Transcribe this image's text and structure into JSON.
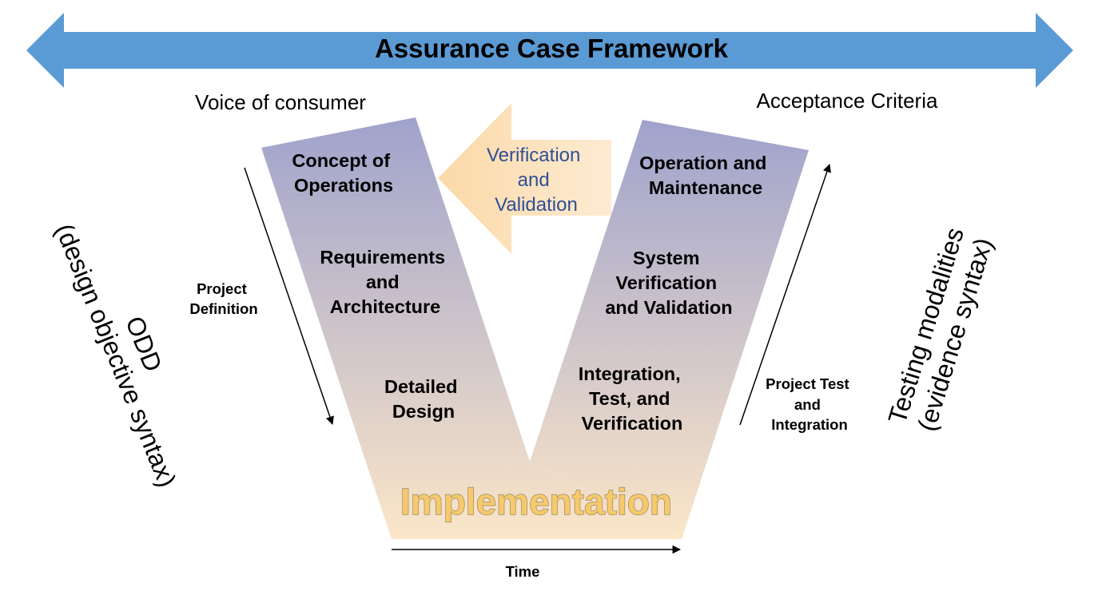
{
  "framework": {
    "title": "Assurance Case Framework",
    "arrow_color": "#5b9bd5"
  },
  "top_labels": {
    "left": "Voice of consumer",
    "right": "Acceptance Criteria"
  },
  "feedback": {
    "lines": [
      "Verification",
      "and",
      "Validation"
    ],
    "arrow_color": "#fbd9a8",
    "text_color": "#2f4f96"
  },
  "left_arm": {
    "stages": [
      {
        "lines": [
          "Concept of",
          "Operations"
        ]
      },
      {
        "lines": [
          "Requirements",
          "and",
          "Architecture"
        ]
      },
      {
        "lines": [
          "Detailed",
          "Design"
        ]
      }
    ],
    "axis_label": [
      "Project",
      "Definition"
    ]
  },
  "right_arm": {
    "stages": [
      {
        "lines": [
          "Operation and",
          "Maintenance"
        ]
      },
      {
        "lines": [
          "System",
          "Verification",
          "and Validation"
        ]
      },
      {
        "lines": [
          "Integration,",
          "Test, and",
          "Verification"
        ]
      }
    ],
    "axis_label": [
      "Project Test",
      "and",
      "Integration"
    ]
  },
  "bottom": {
    "label": "Implementation",
    "time_label": "Time"
  },
  "left_side": {
    "lines": [
      "ODD",
      "(design objective syntax)"
    ]
  },
  "right_side": {
    "lines": [
      "Testing modalities",
      "(evidence syntax)"
    ]
  },
  "colors": {
    "v_top": "#9fa2cc",
    "v_bottom": "#fbe6c8"
  }
}
